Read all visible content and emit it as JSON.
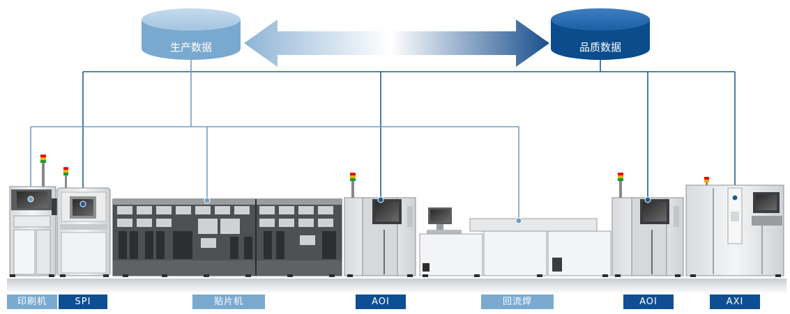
{
  "databases": {
    "production": {
      "label": "生产数据",
      "color": "#7aa9cf"
    },
    "quality": {
      "label": "品质数据",
      "color": "#0a4c8c"
    }
  },
  "colors": {
    "production_line": "#6d9fc6",
    "quality_line": "#1c5b96",
    "label_light": "#7aaad0",
    "label_dark": "#0e4f93"
  },
  "machines": [
    {
      "id": "printer",
      "label": "印刷机",
      "style": "light"
    },
    {
      "id": "spi",
      "label": "SPI",
      "style": "dark"
    },
    {
      "id": "mounter",
      "label": "贴片机",
      "style": "light"
    },
    {
      "id": "aoi1",
      "label": "AOI",
      "style": "dark"
    },
    {
      "id": "reflow",
      "label": "回流焊",
      "style": "light"
    },
    {
      "id": "aoi2",
      "label": "AOI",
      "style": "dark"
    },
    {
      "id": "axi",
      "label": "AXI",
      "style": "dark"
    }
  ]
}
